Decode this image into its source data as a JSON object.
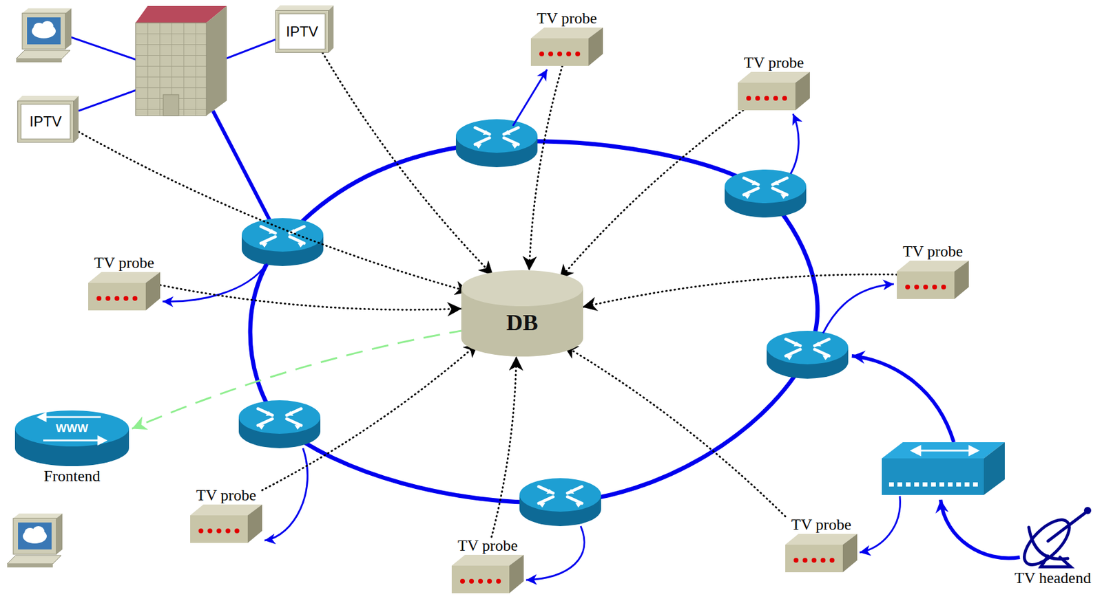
{
  "diagram": {
    "nodes": [
      {
        "text": [
          "IPTV"
        ]
      },
      {
        "text": [
          "TV probe"
        ]
      },
      {
        "text": [
          "IPTV"
        ]
      },
      {
        "text": [
          "TV probe"
        ]
      },
      {
        "text": [
          "TV probe"
        ]
      },
      {
        "text": [
          "TV probe"
        ]
      },
      {
        "text": [
          "DB"
        ]
      },
      {
        "text": [
          "WWW",
          "Frontend"
        ]
      },
      {
        "text": [
          "TV probe"
        ]
      },
      {
        "text": [
          "TV probe"
        ]
      },
      {
        "text": [
          "TV probe"
        ]
      },
      {
        "text": [
          "TV headend"
        ]
      }
    ],
    "edges": [
      {
        "from": 0,
        "to": 6,
        "arrow": "to"
      },
      {
        "from": 1,
        "to": 6,
        "arrow": "to"
      },
      {
        "from": 2,
        "to": 6,
        "arrow": "to"
      },
      {
        "from": 3,
        "to": 6,
        "arrow": "to"
      },
      {
        "from": 4,
        "to": 6,
        "arrow": "to"
      },
      {
        "from": 5,
        "to": 6,
        "arrow": "to"
      },
      {
        "from": 8,
        "to": 6,
        "arrow": "to"
      },
      {
        "from": 10,
        "to": 6,
        "arrow": "to"
      },
      {
        "from": 9,
        "to": 6,
        "arrow": "to"
      },
      {
        "from": 6,
        "to": 7,
        "arrow": "to"
      }
    ]
  }
}
